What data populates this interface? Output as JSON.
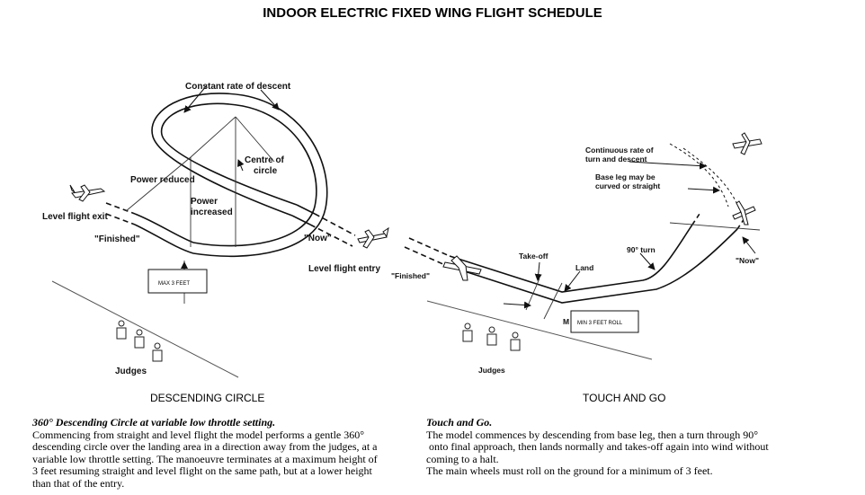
{
  "title": "INDOOR ELECTRIC FIXED WING FLIGHT SCHEDULE",
  "left": {
    "labels": {
      "constant_rate": "Constant rate of descent",
      "centre": "Centre of",
      "circle": "circle",
      "power_reduced": "Power reduced",
      "power": "Power",
      "increased": "increased",
      "level_exit": "Level flight exit",
      "finished": "\"Finished\"",
      "now": "\"Now\"",
      "level_entry": "Level flight entry",
      "max_box": "MAX 3 FEET",
      "judges": "Judges"
    },
    "caption": "DESCENDING CIRCLE",
    "heading": "360° Descending Circle at variable low throttle setting.",
    "lines": [
      "Commencing from straight and level flight the model performs a gentle 360°",
      "descending circle over the landing area in a direction away from the judges, at a",
      "variable low throttle setting. The manoeuvre terminates at a maximum height of",
      "3 feet resuming straight and level flight on the same path, but at a lower height",
      "than that of the entry."
    ]
  },
  "right": {
    "labels": {
      "continuous1": "Continuous rate of",
      "continuous2": "turn and descent",
      "base1": "Base leg may be",
      "base2": "curved or straight",
      "takeoff": "Take-off",
      "land": "Land",
      "turn": "90°  turn",
      "finished": "\"Finished\"",
      "now": "\"Now\"",
      "m": "M",
      "min_box": "MIN 3 FEET ROLL",
      "judges": "Judges"
    },
    "caption": "TOUCH AND GO",
    "heading": "Touch and Go.",
    "lines": [
      "The model commences by descending from base leg, then a turn through 90°",
      " onto final approach, then lands normally and takes-off again into wind without",
      "coming to a halt.",
      "The main wheels must roll on the ground for a minimum of 3 feet."
    ]
  }
}
